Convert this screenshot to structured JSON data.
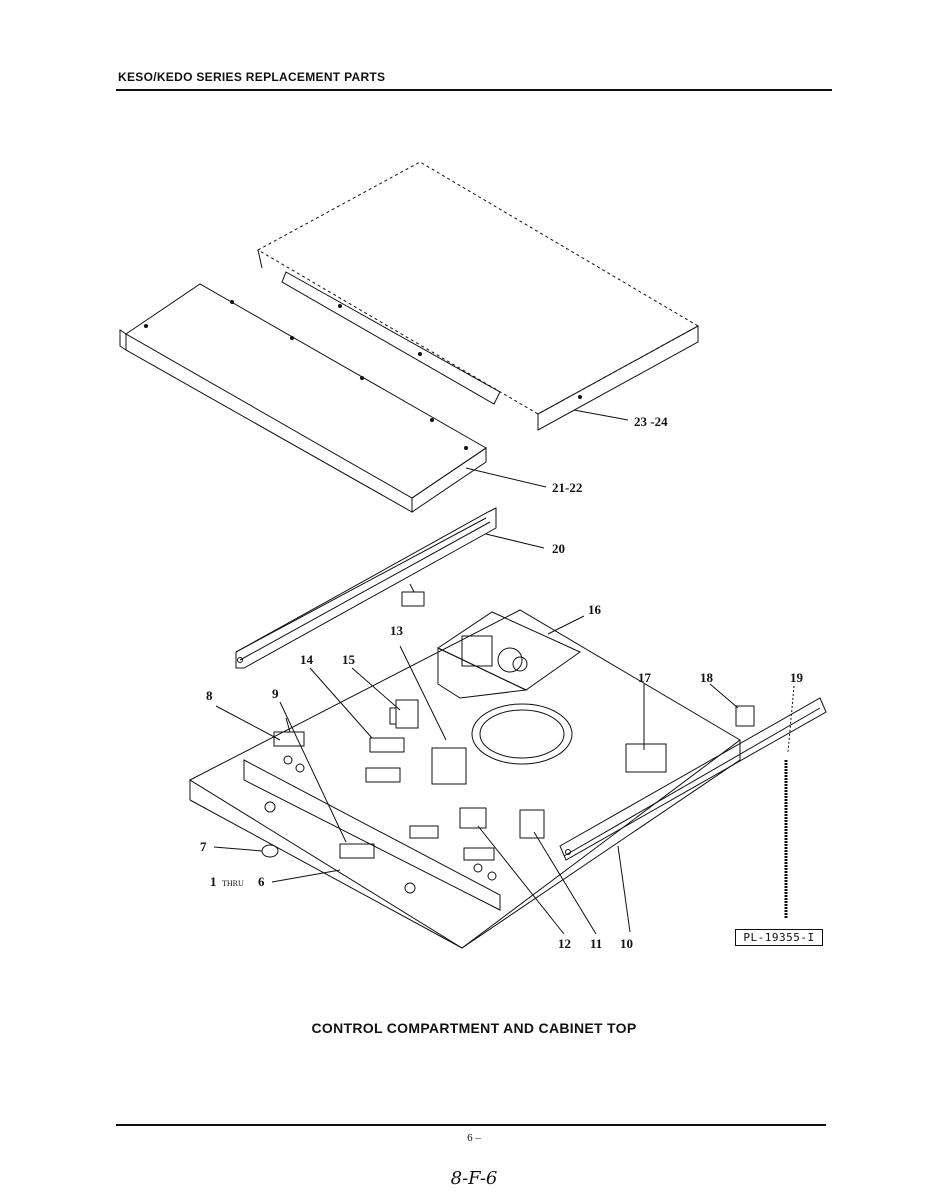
{
  "header": {
    "title": "KESO/KEDO SERIES REPLACEMENT PARTS"
  },
  "diagram": {
    "callouts": [
      {
        "id": "c23",
        "label": "23 -24"
      },
      {
        "id": "c21",
        "label": "21-22"
      },
      {
        "id": "c20",
        "label": "20"
      },
      {
        "id": "c16",
        "label": "16"
      },
      {
        "id": "c13",
        "label": "13"
      },
      {
        "id": "c14",
        "label": "14"
      },
      {
        "id": "c15",
        "label": "15"
      },
      {
        "id": "c17",
        "label": "17"
      },
      {
        "id": "c18",
        "label": "18"
      },
      {
        "id": "c19",
        "label": "19"
      },
      {
        "id": "c8",
        "label": "8"
      },
      {
        "id": "c9",
        "label": "9"
      },
      {
        "id": "c7",
        "label": "7"
      },
      {
        "id": "c1",
        "label": "1"
      },
      {
        "id": "cthru",
        "label": "THRU"
      },
      {
        "id": "c6",
        "label": "6"
      },
      {
        "id": "c12",
        "label": "12"
      },
      {
        "id": "c11",
        "label": "11"
      },
      {
        "id": "c10",
        "label": "10"
      }
    ],
    "drawing_number": "PL-19355-I"
  },
  "caption": "CONTROL COMPARTMENT AND CABINET TOP",
  "footer": {
    "page": "6 –",
    "handwritten": "8-F-6"
  }
}
